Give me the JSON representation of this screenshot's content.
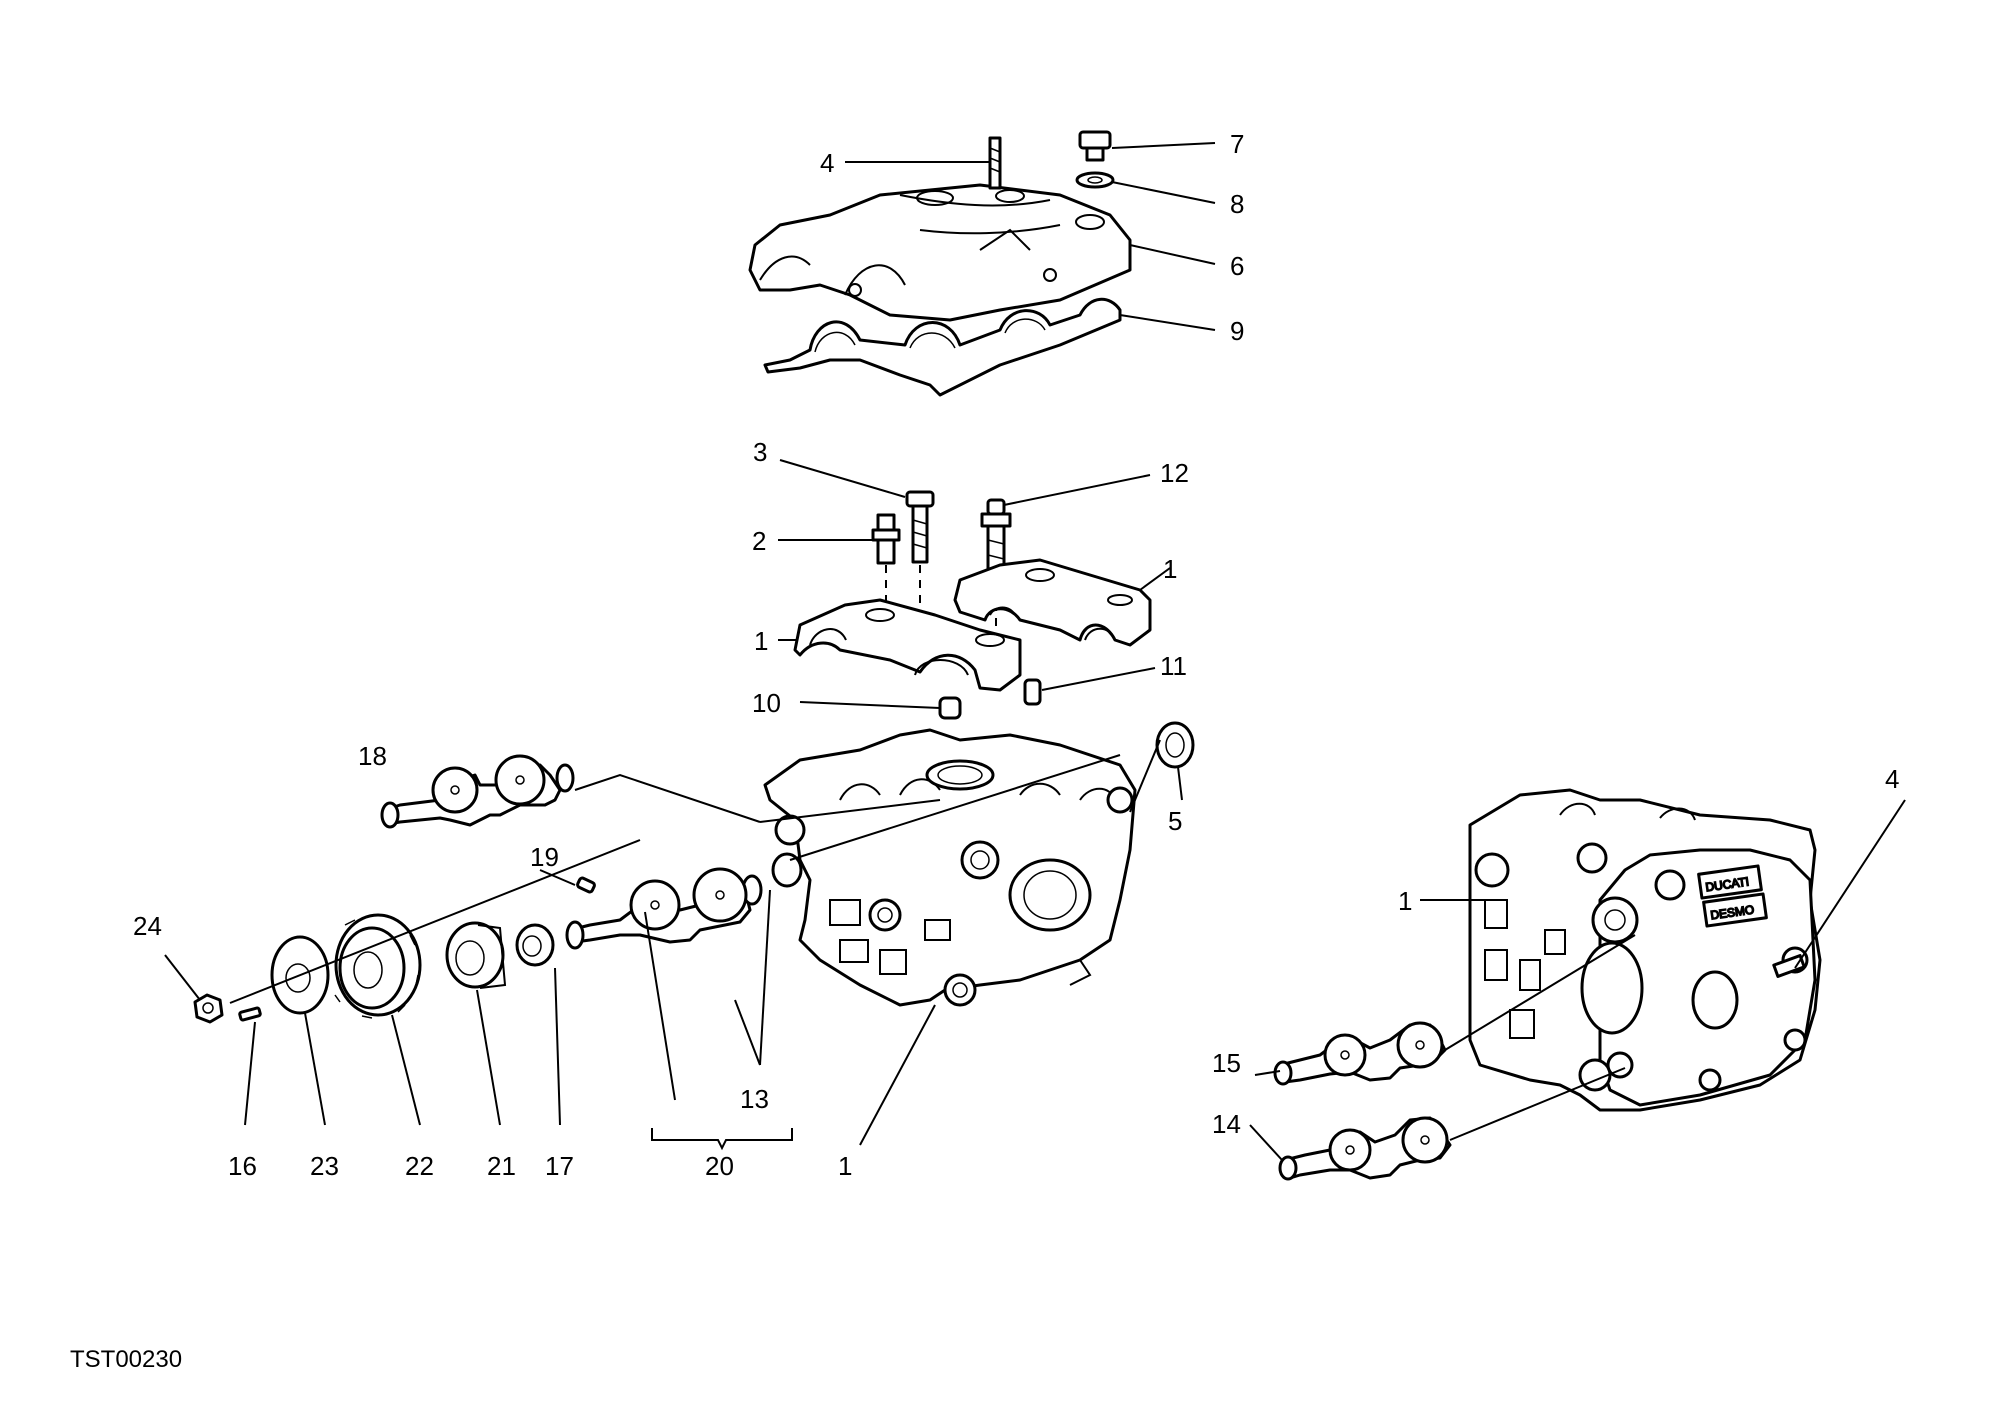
{
  "labels": {
    "l1a": "1",
    "l1b": "1",
    "l1c": "1",
    "l1d": "1",
    "l2": "2",
    "l3": "3",
    "l4a": "4",
    "l4b": "4",
    "l5": "5",
    "l6": "6",
    "l7": "7",
    "l8": "8",
    "l9": "9",
    "l10": "10",
    "l11": "11",
    "l12": "12",
    "l13": "13",
    "l14": "14",
    "l15": "15",
    "l16": "16",
    "l17": "17",
    "l18": "18",
    "l19": "19",
    "l20": "20",
    "l21": "21",
    "l22": "22",
    "l23": "23",
    "l24": "24"
  },
  "plate": {
    "logo_line1": "DUCATI",
    "logo_line2": "DESMO"
  },
  "footer": {
    "code": "TST00230"
  }
}
